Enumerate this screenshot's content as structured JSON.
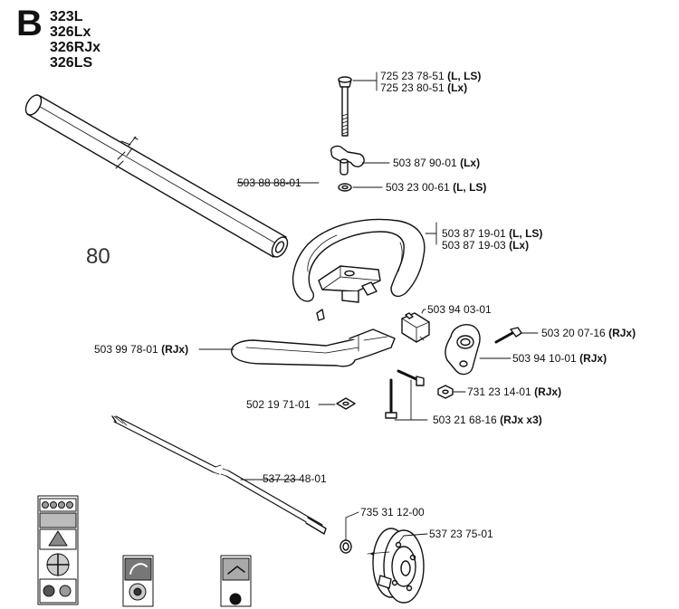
{
  "section_letter": "B",
  "models": [
    "323L",
    "326Lx",
    "326RJx",
    "326LS"
  ],
  "page_number": "80",
  "parts": [
    {
      "id": "bolt",
      "lines": [
        {
          "num": "725 23 78-51",
          "note": "(L, LS)"
        },
        {
          "num": "725 23 80-51",
          "note": "(Lx)"
        }
      ]
    },
    {
      "id": "wing-knob",
      "lines": [
        {
          "num": "503 87 90-01",
          "note": "(Lx)"
        }
      ]
    },
    {
      "id": "washer",
      "lines": [
        {
          "num": "503 23 00-61",
          "note": "(L, LS)"
        }
      ]
    },
    {
      "id": "shaft-tube",
      "lines": [
        {
          "num": "503 88 88-01",
          "note": ""
        }
      ]
    },
    {
      "id": "loop-handle",
      "lines": [
        {
          "num": "503 87 19-01",
          "note": "(L, LS)"
        },
        {
          "num": "503 87 19-03",
          "note": "(Lx)"
        }
      ]
    },
    {
      "id": "clamp-block",
      "lines": [
        {
          "num": "503 94 03-01",
          "note": ""
        }
      ]
    },
    {
      "id": "screw-rjx",
      "lines": [
        {
          "num": "503 20 07-16",
          "note": "(RJx)"
        }
      ]
    },
    {
      "id": "j-handle",
      "lines": [
        {
          "num": "503 99 78-01",
          "note": "(RJx)"
        }
      ]
    },
    {
      "id": "handle-bracket",
      "lines": [
        {
          "num": "503 94 10-01",
          "note": "(RJx)"
        }
      ]
    },
    {
      "id": "nut",
      "lines": [
        {
          "num": "731 23 14-01",
          "note": "(RJx)"
        }
      ]
    },
    {
      "id": "square-nut",
      "lines": [
        {
          "num": "502 19 71-01",
          "note": ""
        }
      ]
    },
    {
      "id": "screws-x3",
      "lines": [
        {
          "num": "503 21 68-16",
          "note": "(RJx x3)"
        }
      ]
    },
    {
      "id": "drive-shaft",
      "lines": [
        {
          "num": "537 23 48-01",
          "note": ""
        }
      ]
    },
    {
      "id": "o-ring",
      "lines": [
        {
          "num": "735 31 12-00",
          "note": ""
        }
      ]
    },
    {
      "id": "bearing-housing",
      "lines": [
        {
          "num": "537 23 75-01",
          "note": ""
        }
      ]
    }
  ]
}
